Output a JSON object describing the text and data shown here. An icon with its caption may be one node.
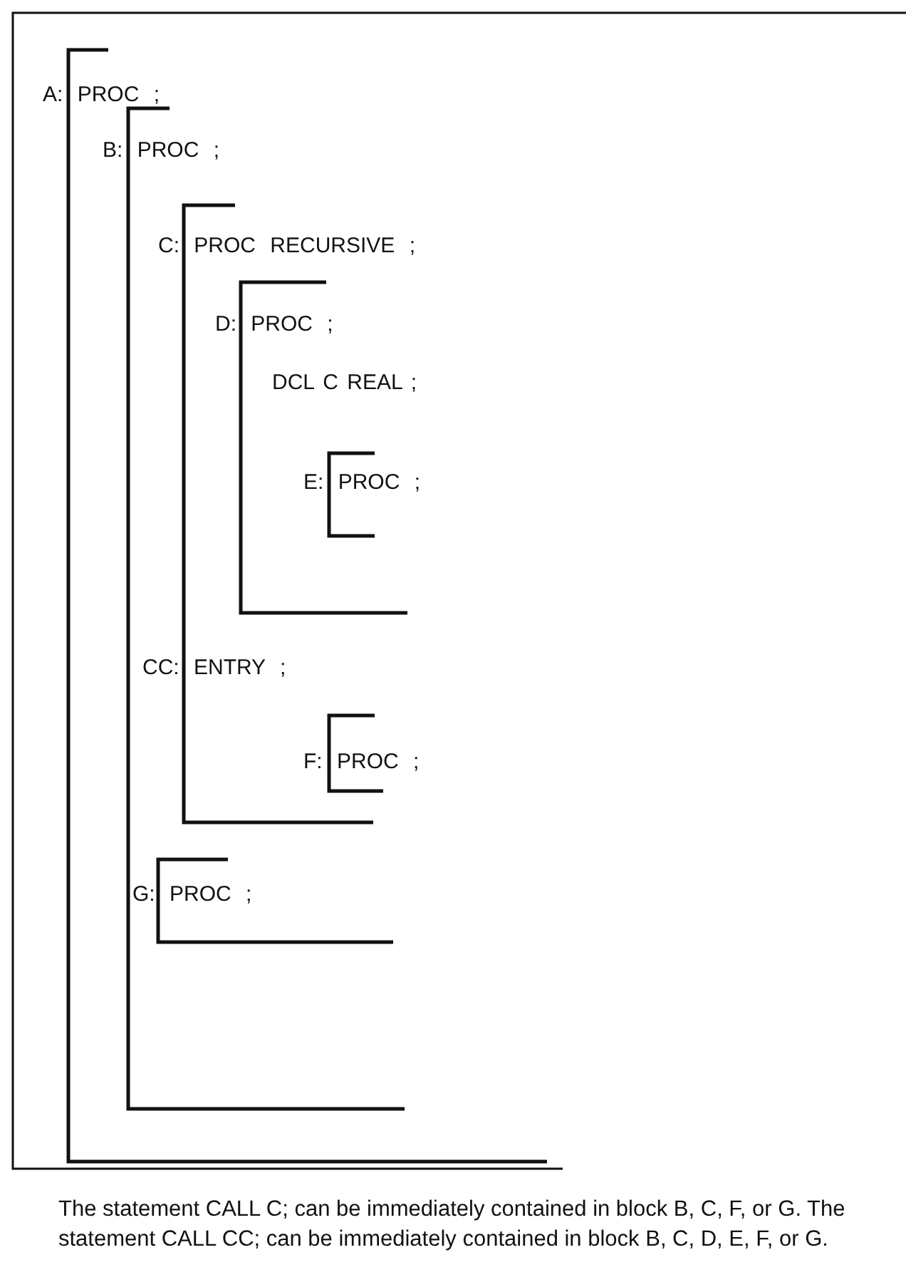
{
  "diagram": {
    "caption": "The statement CALL C; can be immediately contained in block B, C, F, or G. The statement CALL CC; can be immediately contained in block B, C, D, E, F, or G.",
    "nodes": [
      {
        "text": [
          "A: PROC ;"
        ]
      },
      {
        "text": [
          "B: PROC ;"
        ],
        "in": 0
      },
      {
        "text": [
          "C: PROC RECURSIVE ;",
          "CC: ENTRY ;"
        ],
        "in": 1
      },
      {
        "text": [
          "D: PROC ;",
          "DCL C REAL ;"
        ],
        "in": 2
      },
      {
        "text": [
          "E: PROC ;"
        ],
        "in": 3
      },
      {
        "text": [
          "F: PROC ;"
        ],
        "in": 2
      },
      {
        "text": [
          "G: PROC ;"
        ],
        "in": 1
      }
    ],
    "edges": []
  }
}
